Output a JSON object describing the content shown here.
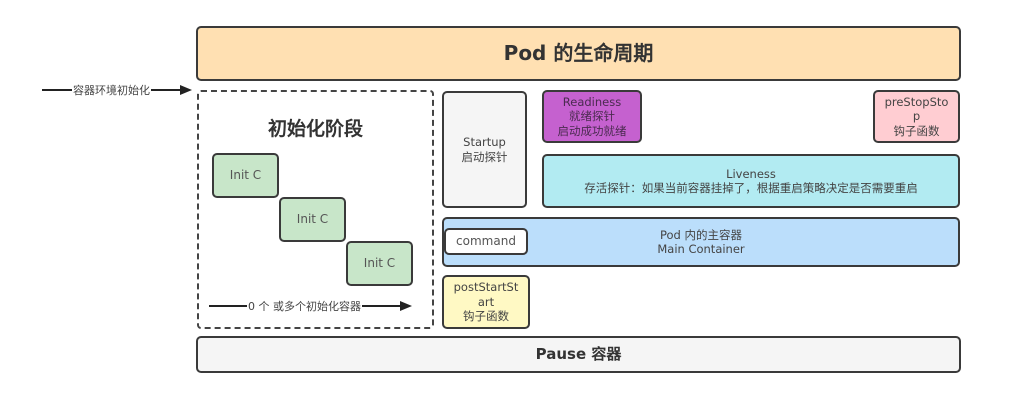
{
  "title": "Pod 的生命周期",
  "env_init_arrow": {
    "label": "容器环境初始化"
  },
  "init_stage": {
    "title": "初始化阶段",
    "containers": [
      "Init C",
      "Init C",
      "Init C"
    ],
    "arrow_label": "0 个 或多个初始化容器"
  },
  "startup": {
    "line1": "Startup",
    "line2": "启动探针"
  },
  "readiness": {
    "line1": "Readiness",
    "line2": "就绪探针",
    "line3": "启动成功就绪"
  },
  "prestop": {
    "line1": "preStopSto",
    "line2": "p",
    "line3": "钩子函数"
  },
  "liveness": {
    "line1": "Liveness",
    "line2": "存活探针：如果当前容器挂掉了，根据重启策略决定是否需要重启"
  },
  "main_container": {
    "line1": "Pod 内的主容器",
    "line2": "Main Container",
    "command": "command"
  },
  "poststart": {
    "line1": "postStartSt",
    "line2": "art",
    "line3": "钩子函数"
  },
  "pause": "Pause 容器",
  "colors": {
    "title_bg": "#ffe0b2",
    "init_bg": "#c8e6c9",
    "startup_bg": "#f5f5f5",
    "readiness_bg": "#c561cf",
    "prestop_bg": "#ffcdd2",
    "liveness_bg": "#b2ebf2",
    "main_bg": "#bbdefb",
    "poststart_bg": "#fff9c4",
    "pause_bg": "#f5f5f5"
  }
}
